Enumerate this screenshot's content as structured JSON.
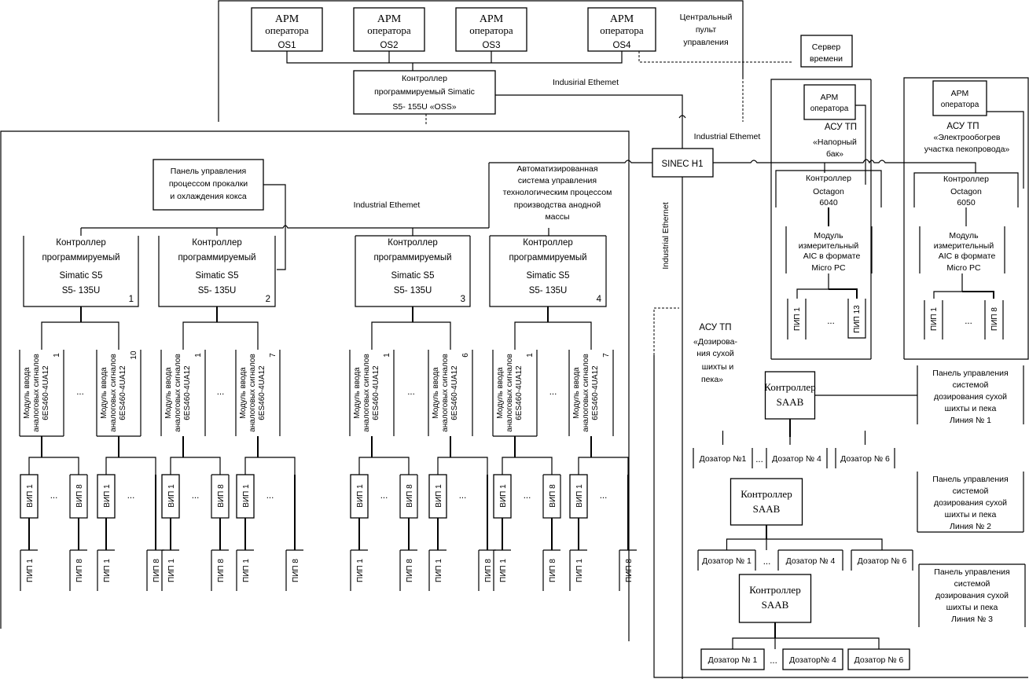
{
  "central_console": {
    "label": [
      "Центральный",
      "пульт",
      "управления"
    ],
    "workstations": [
      {
        "line1": "АРМ",
        "line2": "оператора",
        "line3": "OS1"
      },
      {
        "line1": "АРМ",
        "line2": "оператора",
        "line3": "OS2"
      },
      {
        "line1": "АРМ",
        "line2": "оператора",
        "line3": "OS3"
      },
      {
        "line1": "АРМ",
        "line2": "оператора",
        "line3": "OS4"
      }
    ],
    "oss_controller": [
      "Контроллер",
      "программируемый Simatic",
      "S5- 155U  «OSS»"
    ],
    "network_label": "Indusirial Ethemet"
  },
  "time_server": [
    "Сервер",
    "времени"
  ],
  "sinec": {
    "label": "SINEC H1",
    "network_top": "Industrial Ethemet",
    "network_vertical": "Industrial Ethernet"
  },
  "anode_mass": {
    "title": [
      "Автоматизированная",
      "система  управления",
      "технологическим процессом",
      "производства анодной",
      "массы"
    ],
    "network_label": "Industrial Ethemet",
    "panel": [
      "Панель управления",
      "процессом прокалки",
      "и охлаждения кокса"
    ],
    "controllers": [
      {
        "lines": [
          "Контроллер",
          "программируемый",
          "Simatic S5",
          "S5- 135U"
        ],
        "number": "1",
        "modules": {
          "first": "1",
          "last": "10"
        }
      },
      {
        "lines": [
          "Контроллер",
          "программируемый",
          "Simatic S5",
          "S5- 135U"
        ],
        "number": "2",
        "modules": {
          "first": "1",
          "last": "7"
        }
      },
      {
        "lines": [
          "Контроллер",
          "программируемый",
          "Simatic S5",
          "S5- 135U"
        ],
        "number": "3",
        "modules": {
          "first": "1",
          "last": "6"
        }
      },
      {
        "lines": [
          "Контроллер",
          "программируемый",
          "Simatic S5",
          "S5- 135U"
        ],
        "number": "4",
        "modules": {
          "first": "1",
          "last": "7"
        }
      }
    ],
    "module_label": [
      "Модуль ввода",
      "аналоговых сигналов",
      "6ES460-4UA12"
    ],
    "vip_first": "ВИП 1",
    "vip_last": "ВИП 8",
    "pip_first": "ПИП 1",
    "pip_last": "ПИП 8",
    "ellipsis": "..."
  },
  "pressure_tank": {
    "workstation": [
      "АРМ",
      "оператора"
    ],
    "title": [
      "АСУ ТП",
      "«Напорный",
      "бак»"
    ],
    "controller": [
      "Контроллер",
      "Octagon",
      "6040"
    ],
    "module": [
      "Модуль",
      "измерительный",
      "AIC  в формате",
      "Micro PC"
    ],
    "pip_first": "ПИП 1",
    "pip_last": "ПИП 13",
    "ellipsis": "..."
  },
  "pipe_heating": {
    "workstation": [
      "АРМ",
      "оператора"
    ],
    "title": [
      "АСУ ТП",
      "«Электрообогрев",
      "участка пекопровода»"
    ],
    "controller": [
      "Контроллер",
      "Octagon",
      "6050"
    ],
    "module": [
      "Модуль",
      "измерительный",
      "AIC  в формате",
      "Micro PC"
    ],
    "pip_first": "ПИП 1",
    "pip_last": "ПИП 8",
    "ellipsis": "..."
  },
  "dosing": {
    "title": [
      "АСУ ТП",
      "«Дозирова-",
      "ния сухой",
      "шихты и",
      "пека»"
    ],
    "lines": [
      {
        "controller": [
          "Контроллер",
          "SAAB"
        ],
        "dosers": [
          "Дозатор  №1",
          "Дозатор № 4",
          "Дозатор № 6"
        ],
        "panel": [
          "Панель управления",
          "системой",
          "дозирования сухой",
          "шихты и пека",
          "Линия № 1"
        ]
      },
      {
        "controller": [
          "Контроллер",
          "SAAB"
        ],
        "dosers": [
          "Дозатор № 1",
          "Дозатор № 4",
          "Дозатор № 6"
        ],
        "panel": [
          "Панель управления",
          "системой",
          "дозирования сухой",
          "шихты и пека",
          "Линия № 2"
        ]
      },
      {
        "controller": [
          "Контроллер",
          "SAAB"
        ],
        "dosers": [
          "Дозатор № 1",
          "Дозатор№ 4",
          "Дозатор № 6"
        ],
        "panel": [
          "Панель управления",
          "системой",
          "дозирования сухой",
          "шихты и пека",
          "Линия № 3"
        ]
      }
    ],
    "ellipsis": "..."
  }
}
